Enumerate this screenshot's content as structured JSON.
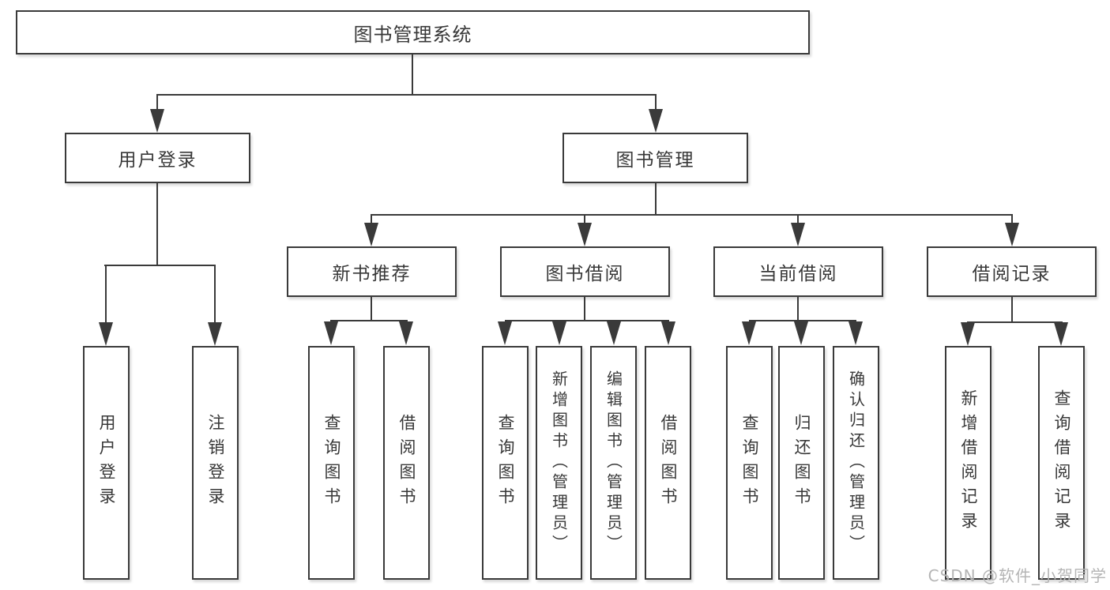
{
  "diagram": {
    "root": {
      "label": "图书管理系统"
    },
    "level2": [
      {
        "label": "用户登录"
      },
      {
        "label": "图书管理"
      }
    ],
    "level3": [
      {
        "label": "新书推荐"
      },
      {
        "label": "图书借阅"
      },
      {
        "label": "当前借阅"
      },
      {
        "label": "借阅记录"
      }
    ],
    "leaves": {
      "user_login": [
        {
          "label": "用户登录"
        },
        {
          "label": "注销登录"
        }
      ],
      "new_book": [
        {
          "label": "查询图书"
        },
        {
          "label": "借阅图书"
        }
      ],
      "book_borrow": [
        {
          "label": "查询图书"
        },
        {
          "label": "新增图书（管理员）"
        },
        {
          "label": "编辑图书（管理员）"
        },
        {
          "label": "借阅图书"
        }
      ],
      "current_borrow": [
        {
          "label": "查询图书"
        },
        {
          "label": "归还图书"
        },
        {
          "label": "确认归还（管理员）"
        }
      ],
      "borrow_records": [
        {
          "label": "新增借阅记录"
        },
        {
          "label": "查询借阅记录"
        }
      ]
    },
    "watermark": "CSDN @软件_小贺同学",
    "colors": {
      "line": "#3a3a3a",
      "box_border": "#3a3a3a",
      "box_fill": "#ffffff",
      "text": "#383838",
      "watermark": "#b5b5b5",
      "background": "#ffffff"
    }
  }
}
